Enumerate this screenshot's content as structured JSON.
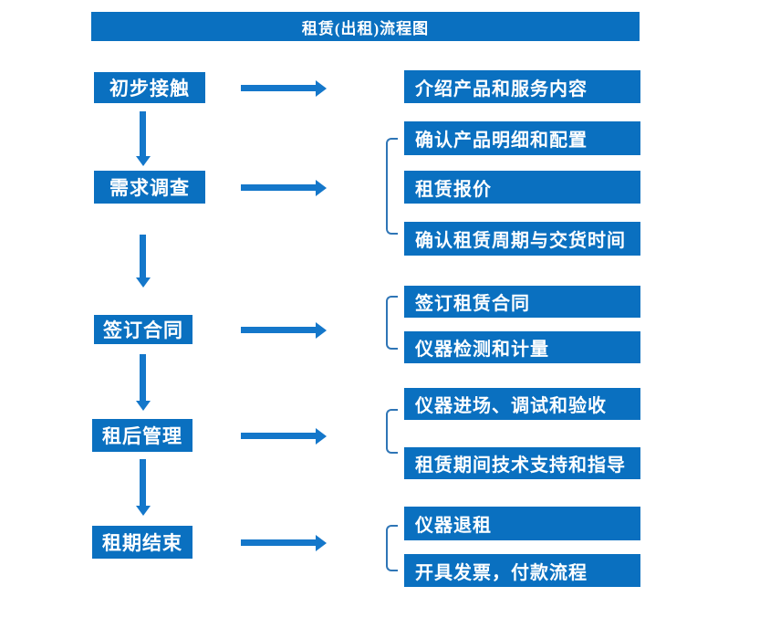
{
  "title": "租赁(出租)流程图",
  "colors": {
    "primary": "#0a70c0",
    "arrow": "#1477ca",
    "bracket": "#2e75b6",
    "text": "#ffffff"
  },
  "steps": [
    {
      "label": "初步接触",
      "outputs": [
        "介绍产品和服务内容"
      ]
    },
    {
      "label": "需求调查",
      "outputs": [
        "确认产品明细和配置",
        "租赁报价",
        "确认租赁周期与交货时间"
      ]
    },
    {
      "label": "签订合同",
      "outputs": [
        "签订租赁合同",
        "仪器检测和计量"
      ]
    },
    {
      "label": "租后管理",
      "outputs": [
        "仪器进场、调试和验收",
        "租赁期间技术支持和指导"
      ]
    },
    {
      "label": "租期结束",
      "outputs": [
        "仪器退租",
        "开具发票，付款流程"
      ]
    }
  ]
}
